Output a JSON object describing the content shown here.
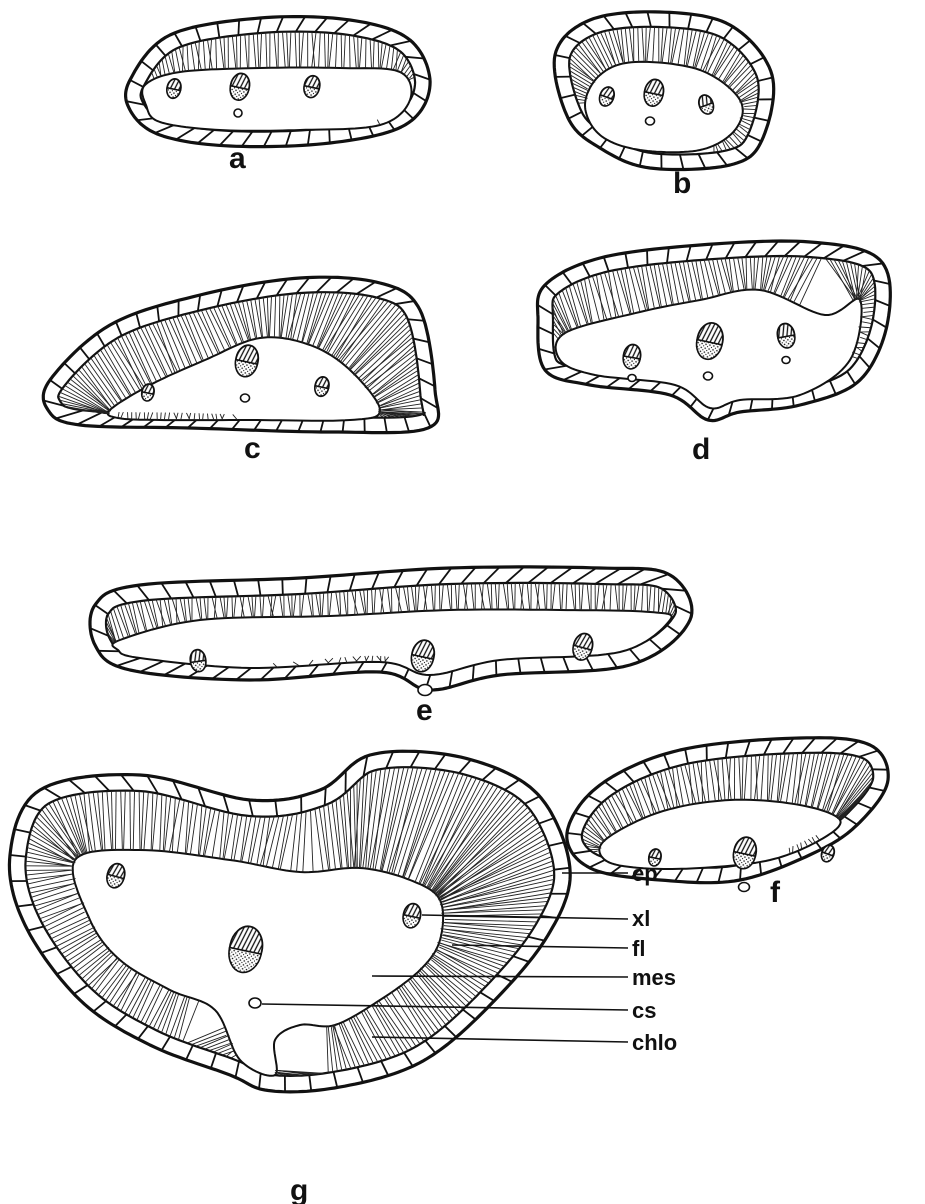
{
  "panels": [
    {
      "id": "a",
      "label": "a"
    },
    {
      "id": "b",
      "label": "b"
    },
    {
      "id": "c",
      "label": "c"
    },
    {
      "id": "d",
      "label": "d"
    },
    {
      "id": "e",
      "label": "e"
    },
    {
      "id": "f",
      "label": "f"
    },
    {
      "id": "g",
      "label": "g"
    }
  ],
  "annotations": {
    "ep": "ep",
    "xl": "xl",
    "fl": "fl",
    "mes": "mes",
    "cs": "cs",
    "chlo": "chlo"
  }
}
